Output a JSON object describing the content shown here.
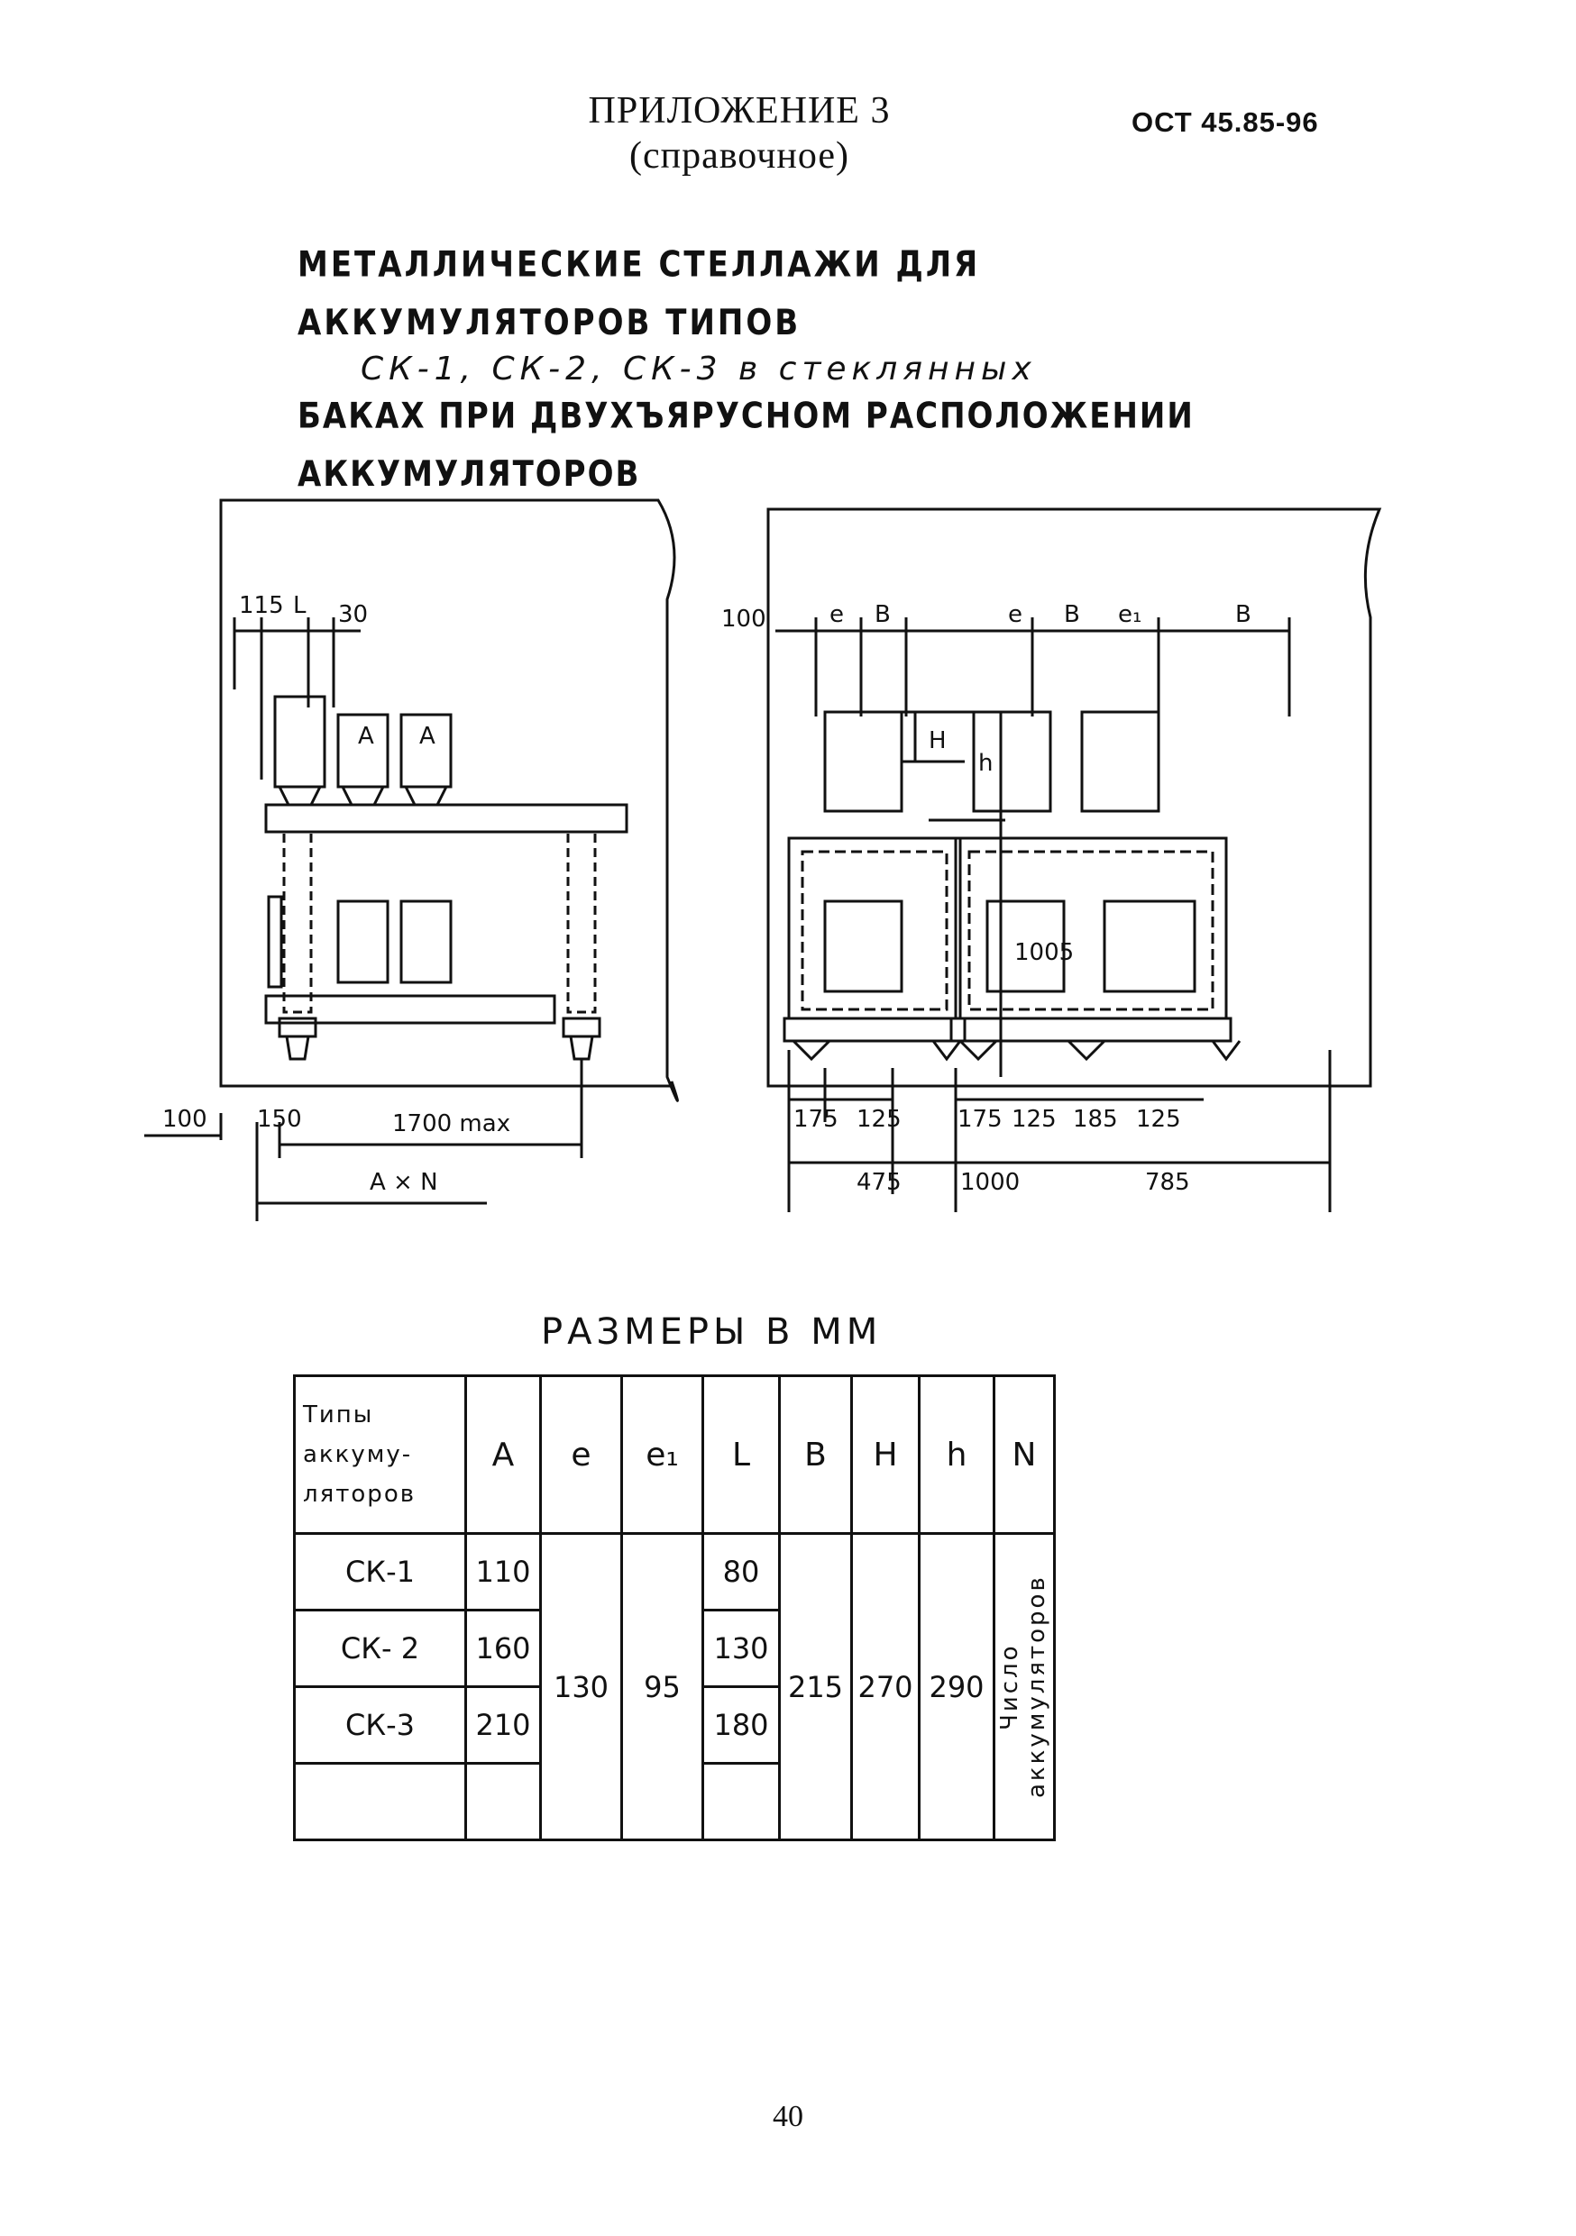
{
  "header": {
    "appendix": "ПРИЛОЖЕНИЕ 3",
    "appendix_note": "(справочное)",
    "doc_code": "ОСТ 45.85-96"
  },
  "title": {
    "line1": "МЕТАЛЛИЧЕСКИЕ СТЕЛЛАЖИ ДЛЯ АККУМУЛЯТОРОВ ТИПОВ",
    "line2": "СК-1, СК-2, СК-3   в стеклянных",
    "line3": "БАКАХ ПРИ ДВУХЪЯРУСНОМ РАСПОЛОЖЕНИИ АККУМУЛЯТОРОВ"
  },
  "drawing_left": {
    "dims_top": [
      "115",
      "L",
      "30"
    ],
    "cell_label": "A",
    "dims_bottom": [
      "100",
      "150",
      "1700 max",
      "A × N"
    ]
  },
  "drawing_right": {
    "dims_top": [
      "100",
      "e",
      "B",
      "e",
      "B",
      "e₁",
      "B"
    ],
    "dims_side": [
      "H",
      "h",
      "1005"
    ],
    "dims_bottom": [
      "175",
      "125",
      "175",
      "125",
      "185",
      "125",
      "475",
      "1000",
      "785"
    ]
  },
  "sizes_caption": "РАЗМЕРЫ В ММ",
  "table": {
    "headers": [
      "Типы аккуму-ляторов",
      "A",
      "e",
      "e₁",
      "L",
      "B",
      "H",
      "h",
      "N"
    ],
    "type_head_lines": [
      "Типы",
      "аккуму-",
      "ляторов"
    ],
    "rows": [
      {
        "type": "СК-1",
        "A": "110",
        "L": "80"
      },
      {
        "type": "СК- 2",
        "A": "160",
        "L": "130"
      },
      {
        "type": "СК-3",
        "A": "210",
        "L": "180"
      }
    ],
    "merged": {
      "e": "130",
      "e1": "95",
      "B": "215",
      "H": "270",
      "h": "290",
      "N": "Число аккумуляторов"
    }
  },
  "page_number": "40"
}
